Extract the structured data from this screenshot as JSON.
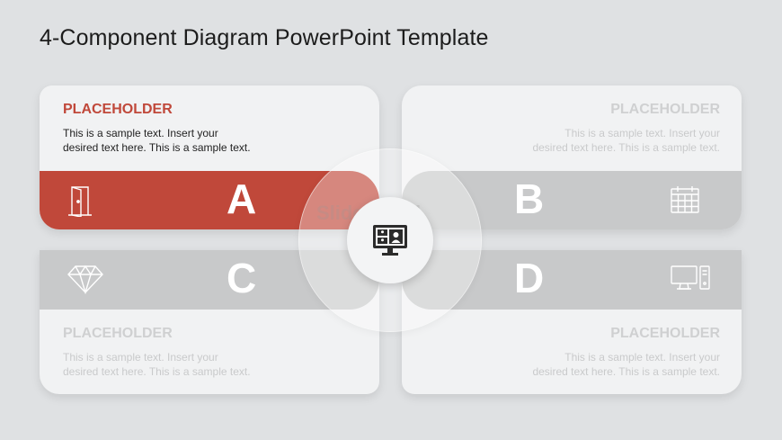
{
  "title": "4-Component Diagram PowerPoint Template",
  "watermark": "SlideModel",
  "colors": {
    "accent": "#c0483a",
    "band_inactive": "#c8c9ca",
    "card": "#f1f2f3",
    "background": "#dfe1e3"
  },
  "center_icon": "video-conference-monitor-icon",
  "components": [
    {
      "letter": "A",
      "title": "PLACEHOLDER",
      "body_line1": "This is a sample text. Insert your",
      "body_line2": "desired text here. This is a sample text.",
      "icon": "door-icon",
      "active": true
    },
    {
      "letter": "B",
      "title": "PLACEHOLDER",
      "body_line1": "This is a sample text. Insert your",
      "body_line2": "desired text here. This is a sample text.",
      "icon": "calendar-icon",
      "active": false
    },
    {
      "letter": "C",
      "title": "PLACEHOLDER",
      "body_line1": "This is a sample text. Insert your",
      "body_line2": "desired text here. This is a sample text.",
      "icon": "diamond-icon",
      "active": false
    },
    {
      "letter": "D",
      "title": "PLACEHOLDER",
      "body_line1": "This is a sample text. Insert your",
      "body_line2": "desired text here. This is a sample text.",
      "icon": "computer-icon",
      "active": false
    }
  ]
}
